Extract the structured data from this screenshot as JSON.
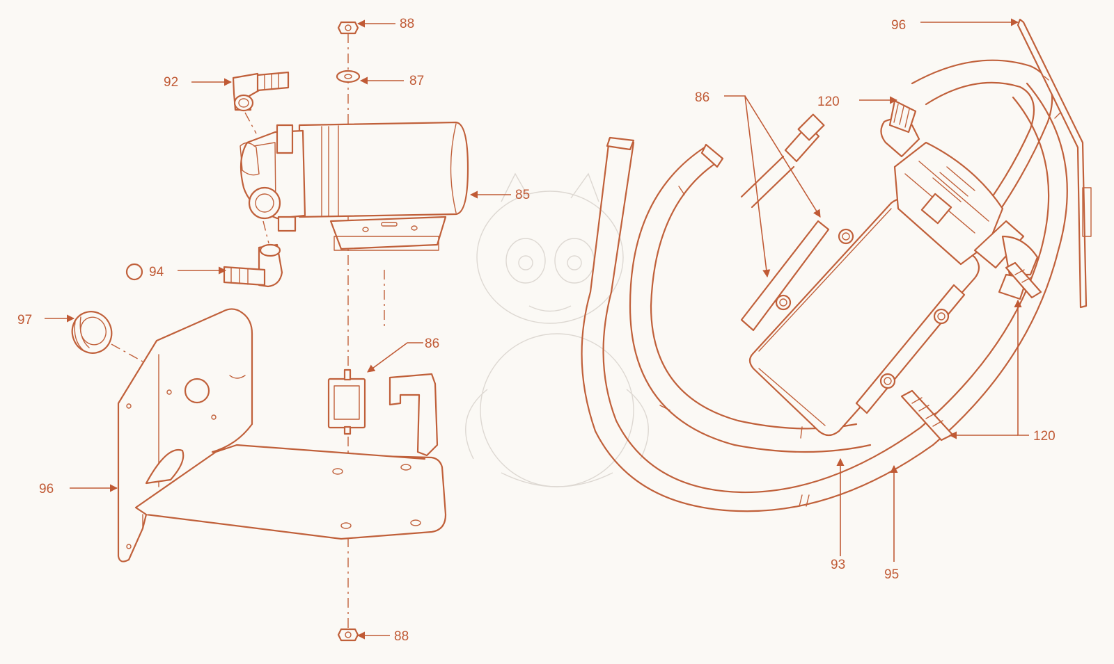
{
  "diagram": {
    "colors": {
      "line": "#c0603a",
      "label": "#c05a35",
      "background": "#fbf9f5"
    },
    "callouts": {
      "c88_top": "88",
      "c87": "87",
      "c92": "92",
      "c85": "85",
      "c94": "94",
      "c97": "97",
      "c86_left": "86",
      "c96_left": "96",
      "c88_bottom": "88",
      "c96_right": "96",
      "c86_right": "86",
      "c120_top": "120",
      "c120_right": "120",
      "c93": "93",
      "c95": "95"
    }
  }
}
